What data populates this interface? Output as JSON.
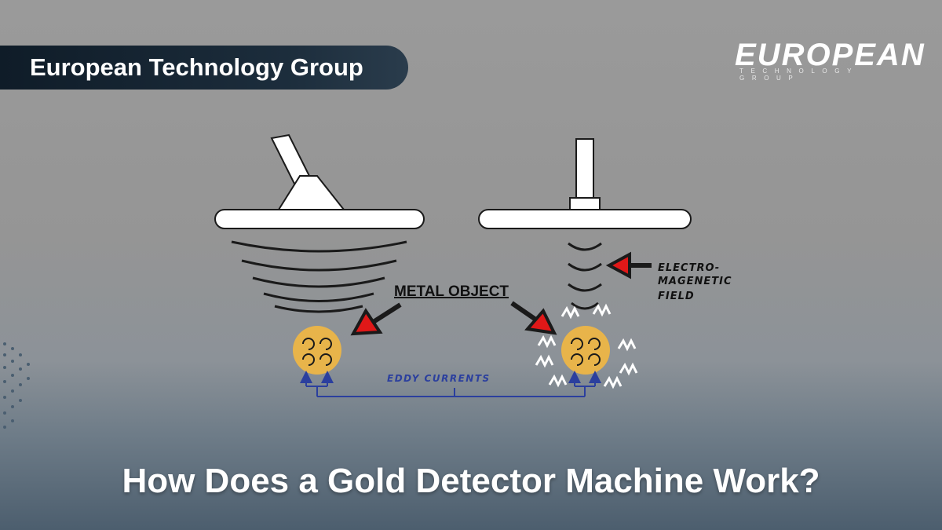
{
  "header": {
    "brand_label": "European Technology Group"
  },
  "logo": {
    "wordmark": "EUROPEAN",
    "subline": "TECHNOLOGY GROUP"
  },
  "diagram": {
    "metal_object_label": "METAL OBJECT",
    "em_field_label_1": "ELECTRO-",
    "em_field_label_2": "MAGENETIC",
    "em_field_label_3": "FIELD",
    "eddy_currents_label": "EDDY CURRENTS",
    "colors": {
      "gold": "#e8b44a",
      "arrow_red": "#e01818",
      "eddy_blue": "#2b3f9e"
    }
  },
  "footer": {
    "title": "How Does a Gold Detector Machine Work?"
  }
}
